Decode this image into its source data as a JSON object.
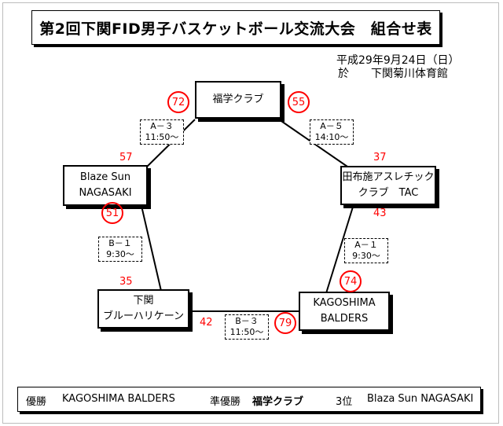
{
  "title": "第2回下関FID男子バスケットボール交流大会　組合せ表",
  "date": "平成29年9月24日（日）",
  "venue": "於　　下関菊川体育館",
  "teams": {
    "fukugaku": {
      "line1": "福学クラブ",
      "line2": ""
    },
    "blaze": {
      "line1": "Blaze Sun",
      "line2": "NAGASAKI"
    },
    "tabuse": {
      "line1": "田布施アスレチック",
      "line2": "クラブ　TAC"
    },
    "shimonoseki": {
      "line1": "下関",
      "line2": "ブルーハリケーン"
    },
    "kagoshima": {
      "line1": "KAGOSHIMA",
      "line2": "BALDERS"
    }
  },
  "matches": {
    "a3": {
      "code": "A－３",
      "time": "11:50～"
    },
    "a5": {
      "code": "A－５",
      "time": "14:10～"
    },
    "b1": {
      "code": "B－１",
      "time": "9:30～"
    },
    "a1": {
      "code": "A－１",
      "time": "9:30～"
    },
    "b3": {
      "code": "B－３",
      "time": "11:50～"
    }
  },
  "scores": {
    "fukugaku_vs_blaze": "72",
    "fukugaku_vs_tabuse": "55",
    "blaze_vs_fukugaku": "57",
    "tabuse_vs_fukugaku": "37",
    "blaze_vs_shimonoseki": "51",
    "tabuse_vs_kagoshima": "43",
    "shimonoseki_vs_blaze": "35",
    "kagoshima_vs_tabuse": "74",
    "shimonoseki_vs_kagoshima": "42",
    "kagoshima_vs_shimonoseki": "79"
  },
  "results": {
    "champion_label": "優勝",
    "champion": "KAGOSHIMA BALDERS",
    "runner_up_label": "準優勝",
    "runner_up": "福学クラブ",
    "third_label": "3位",
    "third": "Blaza Sun NAGASAKI"
  },
  "colors": {
    "score": "#ff0000",
    "line": "#000000"
  }
}
